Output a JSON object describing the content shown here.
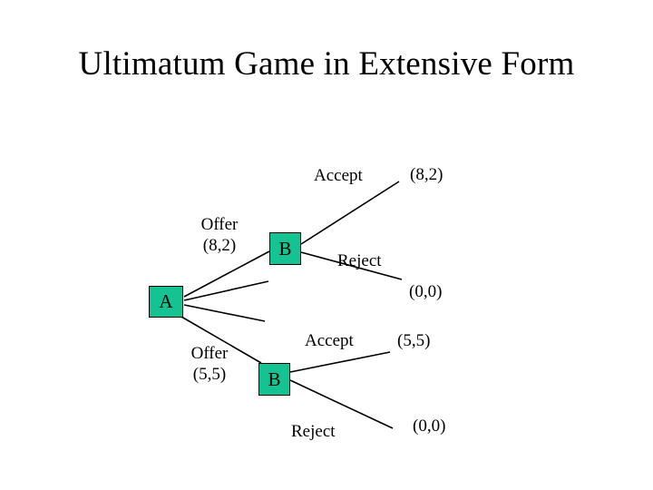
{
  "slide": {
    "title": "Ultimatum Game in Extensive Form",
    "background_color": "#ffffff",
    "node_fill_color": "#14C391",
    "line_color": "#000000",
    "text_color": "#000000"
  },
  "tree": {
    "nodes": [
      {
        "id": "A",
        "label": "A",
        "player": "A"
      },
      {
        "id": "B1",
        "label": "B",
        "player": "B"
      },
      {
        "id": "B2",
        "label": "B",
        "player": "B"
      }
    ],
    "branch_labels": {
      "offer_8_2": "Offer\n(8,2)",
      "offer_5_5": "Offer\n(5,5)",
      "accept_top": "Accept",
      "reject_top": "Reject",
      "accept_bottom": "Accept",
      "reject_bottom": "Reject"
    },
    "payoffs": {
      "top_accept": "(8,2)",
      "top_reject": "(0,0)",
      "bottom_accept": "(5,5)",
      "bottom_reject": "(0,0)"
    }
  }
}
